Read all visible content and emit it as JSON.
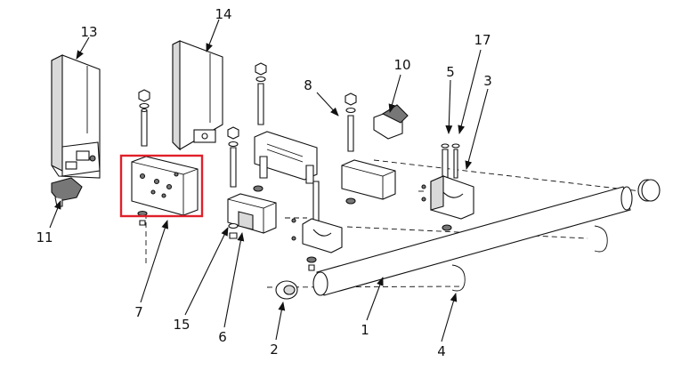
{
  "callouts": {
    "c1": "1",
    "c2": "2",
    "c3": "3",
    "c4": "4",
    "c5": "5",
    "c6": "6",
    "c7": "7",
    "c8": "8",
    "c10": "10",
    "c11": "11",
    "c13": "13",
    "c14": "14",
    "c15": "15",
    "c17": "17"
  },
  "colors": {
    "highlight": "#e0202a",
    "line": "#111111"
  }
}
